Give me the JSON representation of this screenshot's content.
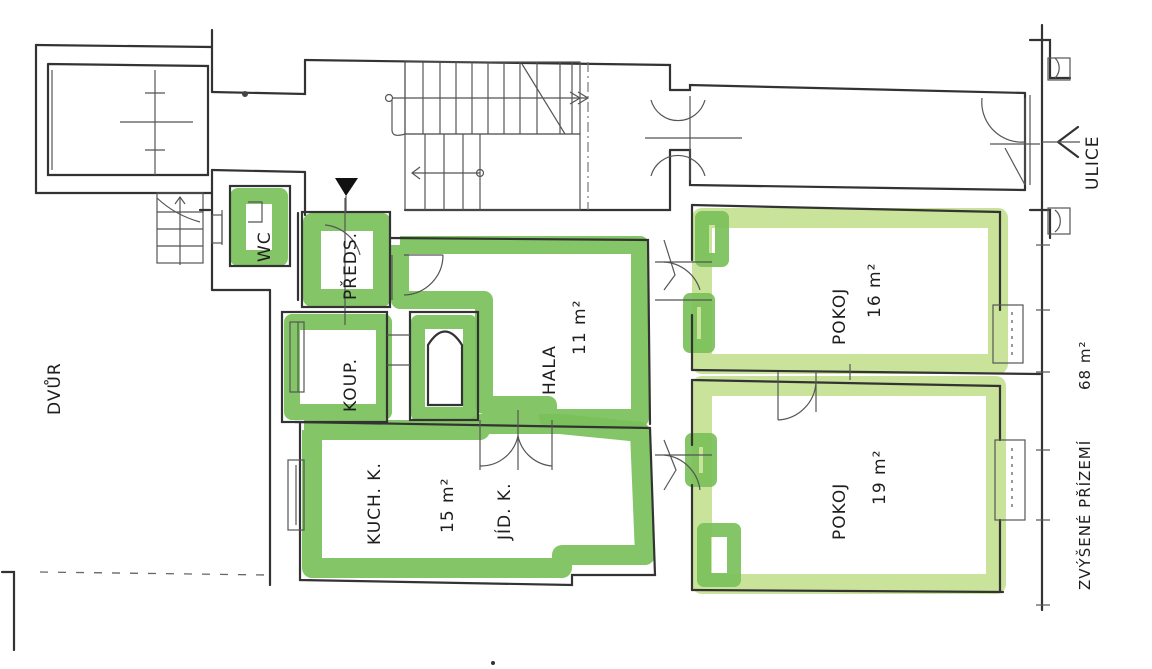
{
  "floor": {
    "title": "ZVÝŠENÉ PŘÍZEMÍ",
    "total_area": "68 m²"
  },
  "surroundings": {
    "street": "ULICE",
    "courtyard": "DVŮR"
  },
  "rooms": [
    {
      "id": "wc",
      "name": "WC",
      "area": ""
    },
    {
      "id": "preds",
      "name": "PŘEDS.",
      "area": ""
    },
    {
      "id": "koup",
      "name": "KOUP.",
      "area": ""
    },
    {
      "id": "hala",
      "name": "HALA",
      "area": "11 m²"
    },
    {
      "id": "kuch",
      "name": "KUCH. K.",
      "area": "15 m²"
    },
    {
      "id": "jid",
      "name": "JÍD. K.",
      "area": ""
    },
    {
      "id": "pokoj1",
      "name": "POKOJ",
      "area": "16 m²"
    },
    {
      "id": "pokoj2",
      "name": "POKOJ",
      "area": "19 m²"
    }
  ],
  "colors": {
    "highlight_green": "#79c05a",
    "highlight_yellow": "#b8d97a",
    "line": "#333333"
  },
  "symbols": {
    "entrance_marker": "entrance-triangle",
    "street_marker": "arrow-chevron"
  }
}
